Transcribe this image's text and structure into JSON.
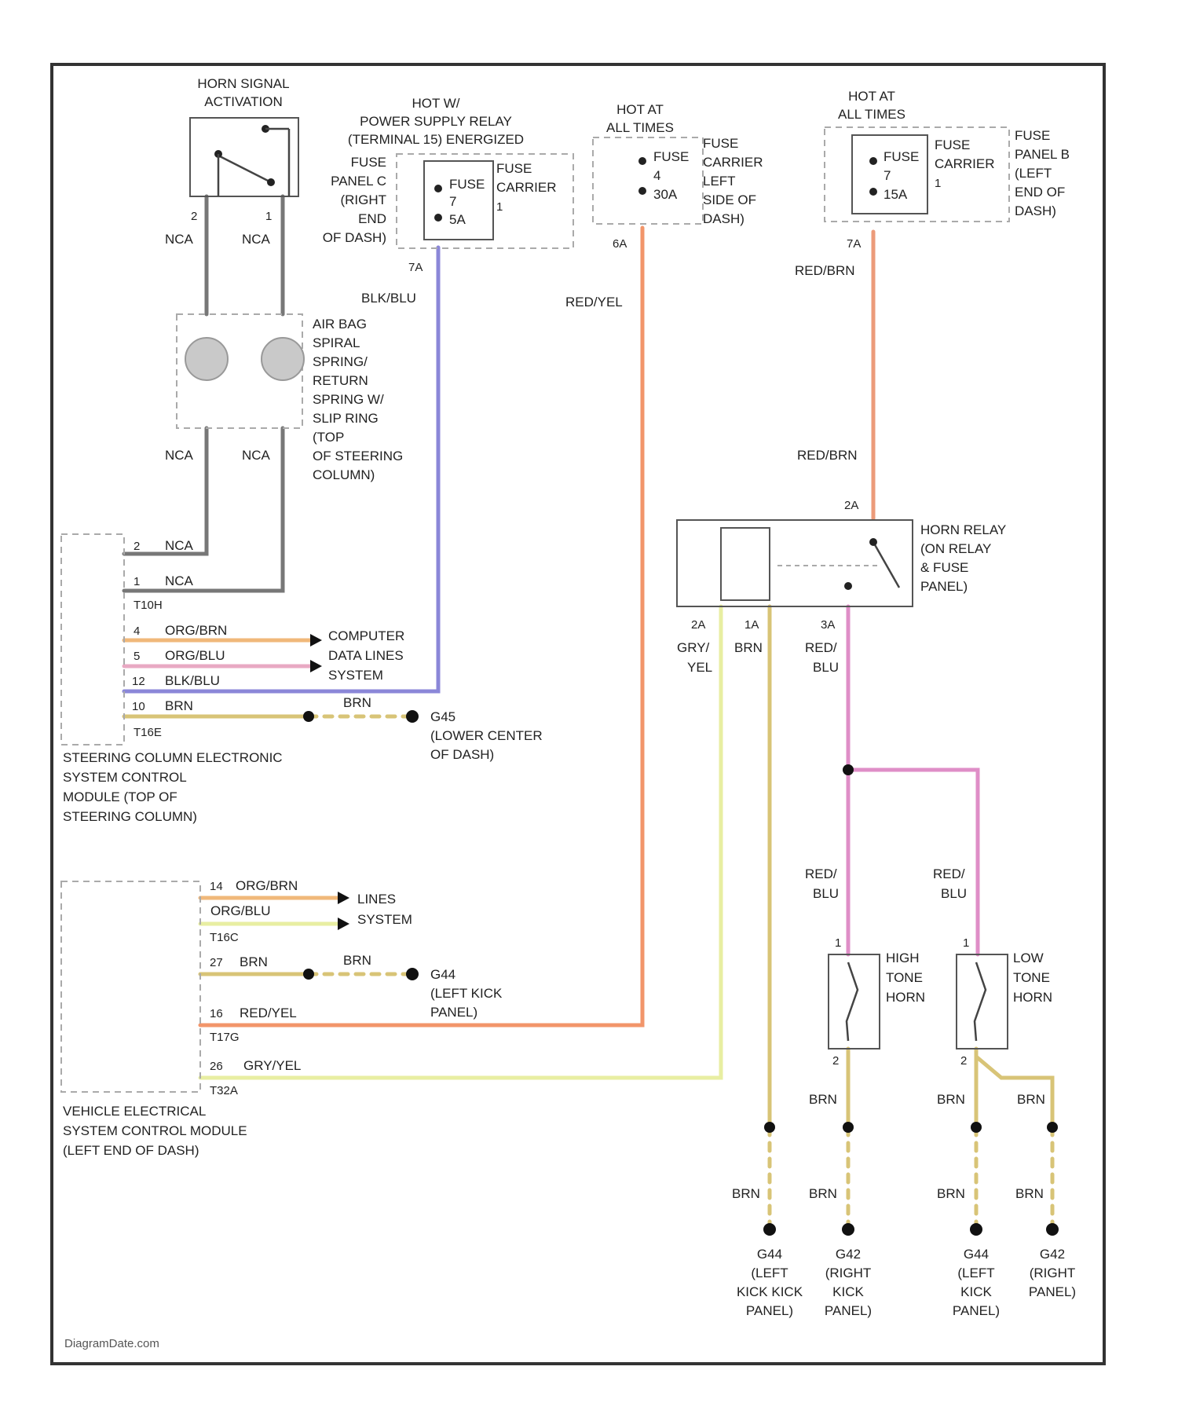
{
  "colors": {
    "frame": "#333333",
    "nca": "#777777",
    "blu_blu": "#8b87d8",
    "red_yel": "#f2956a",
    "red_brn": "#ec9b7a",
    "org_brn": "#f0b87a",
    "org_blu": "#e8a9c3",
    "brn": "#d8c477",
    "gry_yel": "#e8eea2",
    "red_blu": "#df8ec7",
    "dashed_box": "#aaaaaa",
    "splice": "#111111"
  },
  "components": {
    "horn_switch": {
      "label": [
        "HORN SIGNAL",
        "ACTIVATION"
      ],
      "pins": [
        "2",
        "1"
      ],
      "wires": [
        "NCA",
        "NCA"
      ]
    },
    "air_bag_spring": {
      "label": [
        "AIR BAG",
        "SPIRAL",
        "SPRING/",
        "RETURN",
        "SPRING W/",
        "SLIP RING",
        "(TOP",
        "OF STEERING",
        "COLUMN)"
      ],
      "wires": [
        "NCA",
        "NCA"
      ]
    },
    "fuse_power_relay": {
      "hot_label": [
        "HOT W/",
        "POWER SUPPLY RELAY",
        "(TERMINAL 15) ENERGIZED"
      ],
      "panel": [
        "FUSE",
        "PANEL C",
        "(RIGHT",
        "END",
        "OF DASH)"
      ],
      "fuse": [
        "FUSE",
        "7",
        "5A"
      ],
      "carrier": [
        "FUSE",
        "CARRIER",
        "1"
      ],
      "pin": "7A",
      "wire": "BLK/BLU"
    },
    "fuse_hot_at_all": {
      "hot_label": [
        "HOT AT",
        "ALL TIMES"
      ],
      "fuse": [
        "FUSE",
        "4",
        "30A"
      ],
      "carrier": [
        "FUSE",
        "CARRIER",
        "LEFT",
        "SIDE OF",
        "DASH)"
      ],
      "pin": "6A",
      "wire": "RED/YEL"
    },
    "fuse_panel_b": {
      "hot_label": [
        "HOT AT",
        "ALL TIMES"
      ],
      "fuse": [
        "FUSE",
        "7",
        "15A"
      ],
      "carrier": [
        "FUSE",
        "CARRIER",
        "1"
      ],
      "panel": [
        "FUSE",
        "PANEL B",
        "(LEFT",
        "END OF",
        "DASH)"
      ],
      "pin": "7A",
      "wire": "RED/BRN"
    },
    "horn_relay": {
      "label": [
        "HORN RELAY",
        "(ON RELAY",
        "& FUSE",
        "PANEL)"
      ],
      "top_pin": "2A",
      "top_wire": "RED/BRN",
      "pins": [
        "2A",
        "1A",
        "3A"
      ],
      "wires": [
        [
          "GRY/",
          "YEL"
        ],
        [
          "BRN"
        ],
        [
          "RED/",
          "BLU"
        ]
      ]
    },
    "steering_module": {
      "label": [
        "STEERING COLUMN ELECTRONIC",
        "SYSTEM CONTROL",
        "MODULE (TOP OF",
        "STEERING COLUMN)"
      ],
      "rows": [
        {
          "pin": "2",
          "wire": "NCA"
        },
        {
          "pin": "1",
          "wire": "NCA"
        },
        {
          "pin": "T10H",
          "wire": ""
        },
        {
          "pin": "4",
          "wire": "ORG/BRN"
        },
        {
          "pin": "5",
          "wire": "ORG/BLU"
        },
        {
          "pin": "12",
          "wire": "BLK/BLU"
        },
        {
          "pin": "10",
          "wire": "BRN"
        },
        {
          "pin": "T16E",
          "wire": ""
        }
      ],
      "data_lines": [
        "COMPUTER",
        "DATA LINES",
        "SYSTEM"
      ],
      "ground_wire": "BRN",
      "ground": [
        "G45",
        "(LOWER CENTER",
        "OF DASH)"
      ]
    },
    "vehicle_module": {
      "label": [
        "VEHICLE ELECTRICAL",
        "SYSTEM CONTROL MODULE",
        "(LEFT END OF DASH)"
      ],
      "rows": [
        {
          "pin": "14",
          "wire": "ORG/BRN"
        },
        {
          "pin": "",
          "wire": "ORG/BLU"
        },
        {
          "pin": "T16C",
          "wire": ""
        },
        {
          "pin": "27",
          "wire": "BRN"
        },
        {
          "pin": "16",
          "wire": "RED/YEL"
        },
        {
          "pin": "T17G",
          "wire": ""
        },
        {
          "pin": "26",
          "wire": "GRY/YEL"
        },
        {
          "pin": "T32A",
          "wire": ""
        }
      ],
      "data_lines": [
        "LINES",
        "SYSTEM"
      ],
      "ground_wire": "BRN",
      "ground": [
        "G44",
        "(LEFT KICK",
        "PANEL)"
      ]
    },
    "high_horn": {
      "label": [
        "HIGH",
        "TONE",
        "HORN"
      ],
      "pins": [
        "1",
        "2"
      ],
      "wire_in": [
        "RED/",
        "BLU"
      ],
      "wire_out": "BRN"
    },
    "low_horn": {
      "label": [
        "LOW",
        "TONE",
        "HORN"
      ],
      "pins": [
        "1",
        "2"
      ],
      "wire_in": [
        "RED/",
        "BLU"
      ],
      "wire_out": "BRN"
    },
    "grounds": [
      {
        "wire": "BRN",
        "label": [
          "G44",
          "(LEFT",
          "KICK KICK",
          "PANEL)"
        ]
      },
      {
        "wire": "BRN",
        "label": [
          "G42",
          "(RIGHT",
          "KICK",
          "PANEL)"
        ]
      },
      {
        "wire": "BRN",
        "label": [
          "G44",
          "(LEFT",
          "KICK",
          "PANEL)"
        ]
      },
      {
        "wire": "BRN",
        "label": [
          "G42",
          "(RIGHT",
          "PANEL)"
        ]
      }
    ],
    "bottom_brn_labels": [
      "BRN",
      "BRN",
      "BRN",
      "BRN"
    ]
  },
  "credit": "DiagramDate.com"
}
